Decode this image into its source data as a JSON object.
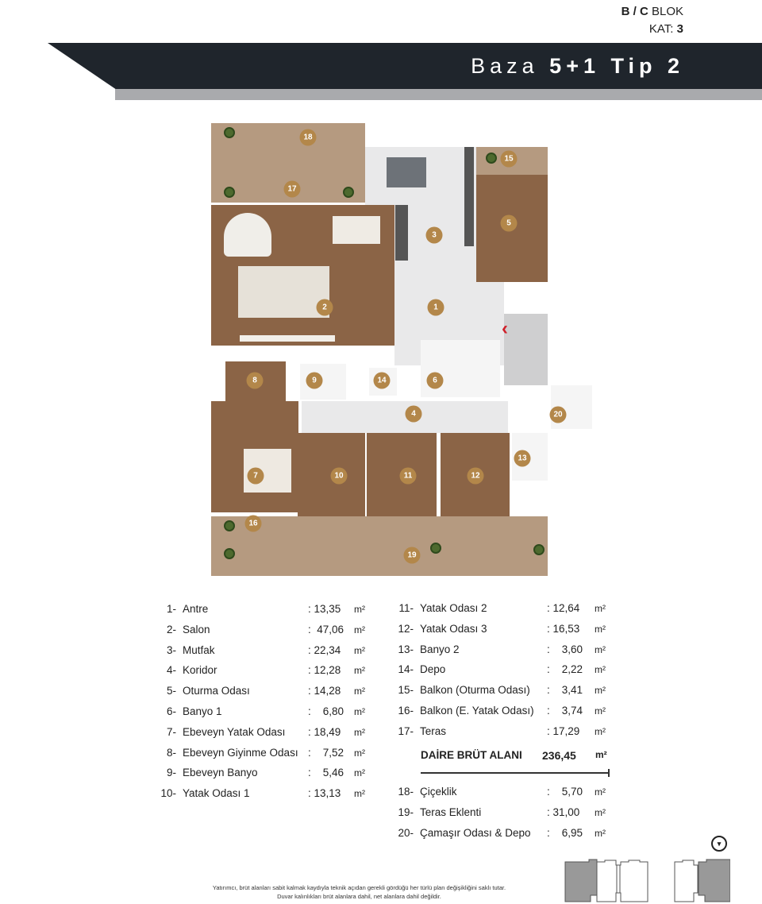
{
  "header": {
    "blok_bold": "B / C",
    "blok": "BLOK",
    "kat_label": "KAT:",
    "kat": "3",
    "title_light": "Baza",
    "title_bold": "5+1 Tip 2"
  },
  "plan_labels": [
    "1",
    "2",
    "3",
    "4",
    "5",
    "6",
    "7",
    "8",
    "9",
    "10",
    "11",
    "12",
    "13",
    "14",
    "15",
    "16",
    "17",
    "18",
    "19",
    "20"
  ],
  "rooms_left": [
    {
      "no": "1-",
      "name": "Antre",
      "area": ": 13,35",
      "unit": "m²"
    },
    {
      "no": "2-",
      "name": "Salon",
      "area": ":  47,06",
      "unit": "m²"
    },
    {
      "no": "3-",
      "name": "Mutfak",
      "area": ": 22,34",
      "unit": "m²"
    },
    {
      "no": "4-",
      "name": "Koridor",
      "area": ": 12,28",
      "unit": "m²"
    },
    {
      "no": "5-",
      "name": "Oturma Odası",
      "area": ": 14,28",
      "unit": "m²"
    },
    {
      "no": "6-",
      "name": "Banyo  1",
      "area": ":    6,80",
      "unit": "m²"
    },
    {
      "no": "7-",
      "name": "Ebeveyn Yatak Odası",
      "area": ": 18,49",
      "unit": "m²"
    },
    {
      "no": "8-",
      "name": "Ebeveyn Giyinme Odası",
      "area": ":    7,52",
      "unit": "m²"
    },
    {
      "no": "9-",
      "name": "Ebeveyn Banyo",
      "area": ":    5,46",
      "unit": "m²"
    },
    {
      "no": "10-",
      "name": "Yatak Odası  1",
      "area": ": 13,13",
      "unit": "m²"
    }
  ],
  "rooms_right": [
    {
      "no": "11-",
      "name": "Yatak Odası  2",
      "area": ": 12,64",
      "unit": "m²"
    },
    {
      "no": "12-",
      "name": "Yatak Odası  3",
      "area": ": 16,53",
      "unit": "m²"
    },
    {
      "no": "13-",
      "name": "Banyo  2",
      "area": ":    3,60",
      "unit": "m²"
    },
    {
      "no": "14-",
      "name": "Depo",
      "area": ":    2,22",
      "unit": "m²"
    },
    {
      "no": "15-",
      "name": "Balkon (Oturma Odası)",
      "area": ":    3,41",
      "unit": "m²"
    },
    {
      "no": "16-",
      "name": "Balkon (E. Yatak Odası)",
      "area": ":    3,74",
      "unit": "m²"
    },
    {
      "no": "17-",
      "name": "Teras",
      "area": ": 17,29",
      "unit": "m²"
    }
  ],
  "total": {
    "label": "DAİRE BRÜT ALANI",
    "value": "236,45",
    "unit": "m²"
  },
  "rooms_extra": [
    {
      "no": "18-",
      "name": "Çiçeklik",
      "area": ":    5,70",
      "unit": "m²"
    },
    {
      "no": "19-",
      "name": "Teras Eklenti",
      "area": ": 31,00",
      "unit": "m²"
    },
    {
      "no": "20-",
      "name": "Çamaşır Odası & Depo",
      "area": ":    6,95",
      "unit": "m²"
    }
  ],
  "note": [
    "Yatırımcı, brüt alanları sabit kalmak kaydıyla teknik açıdan gerekli gördüğü her türlü plan değişikliğini saklı tutar.",
    "Duvar kalınlıkları brüt alanlara dahil, net alanlara dahil değildir."
  ],
  "colors": {
    "band": "#1f252c",
    "badge": "#b3874a",
    "floor_wood": "#8b6446",
    "terrace": "#b59a80",
    "entry_arrow": "#d0202a"
  }
}
